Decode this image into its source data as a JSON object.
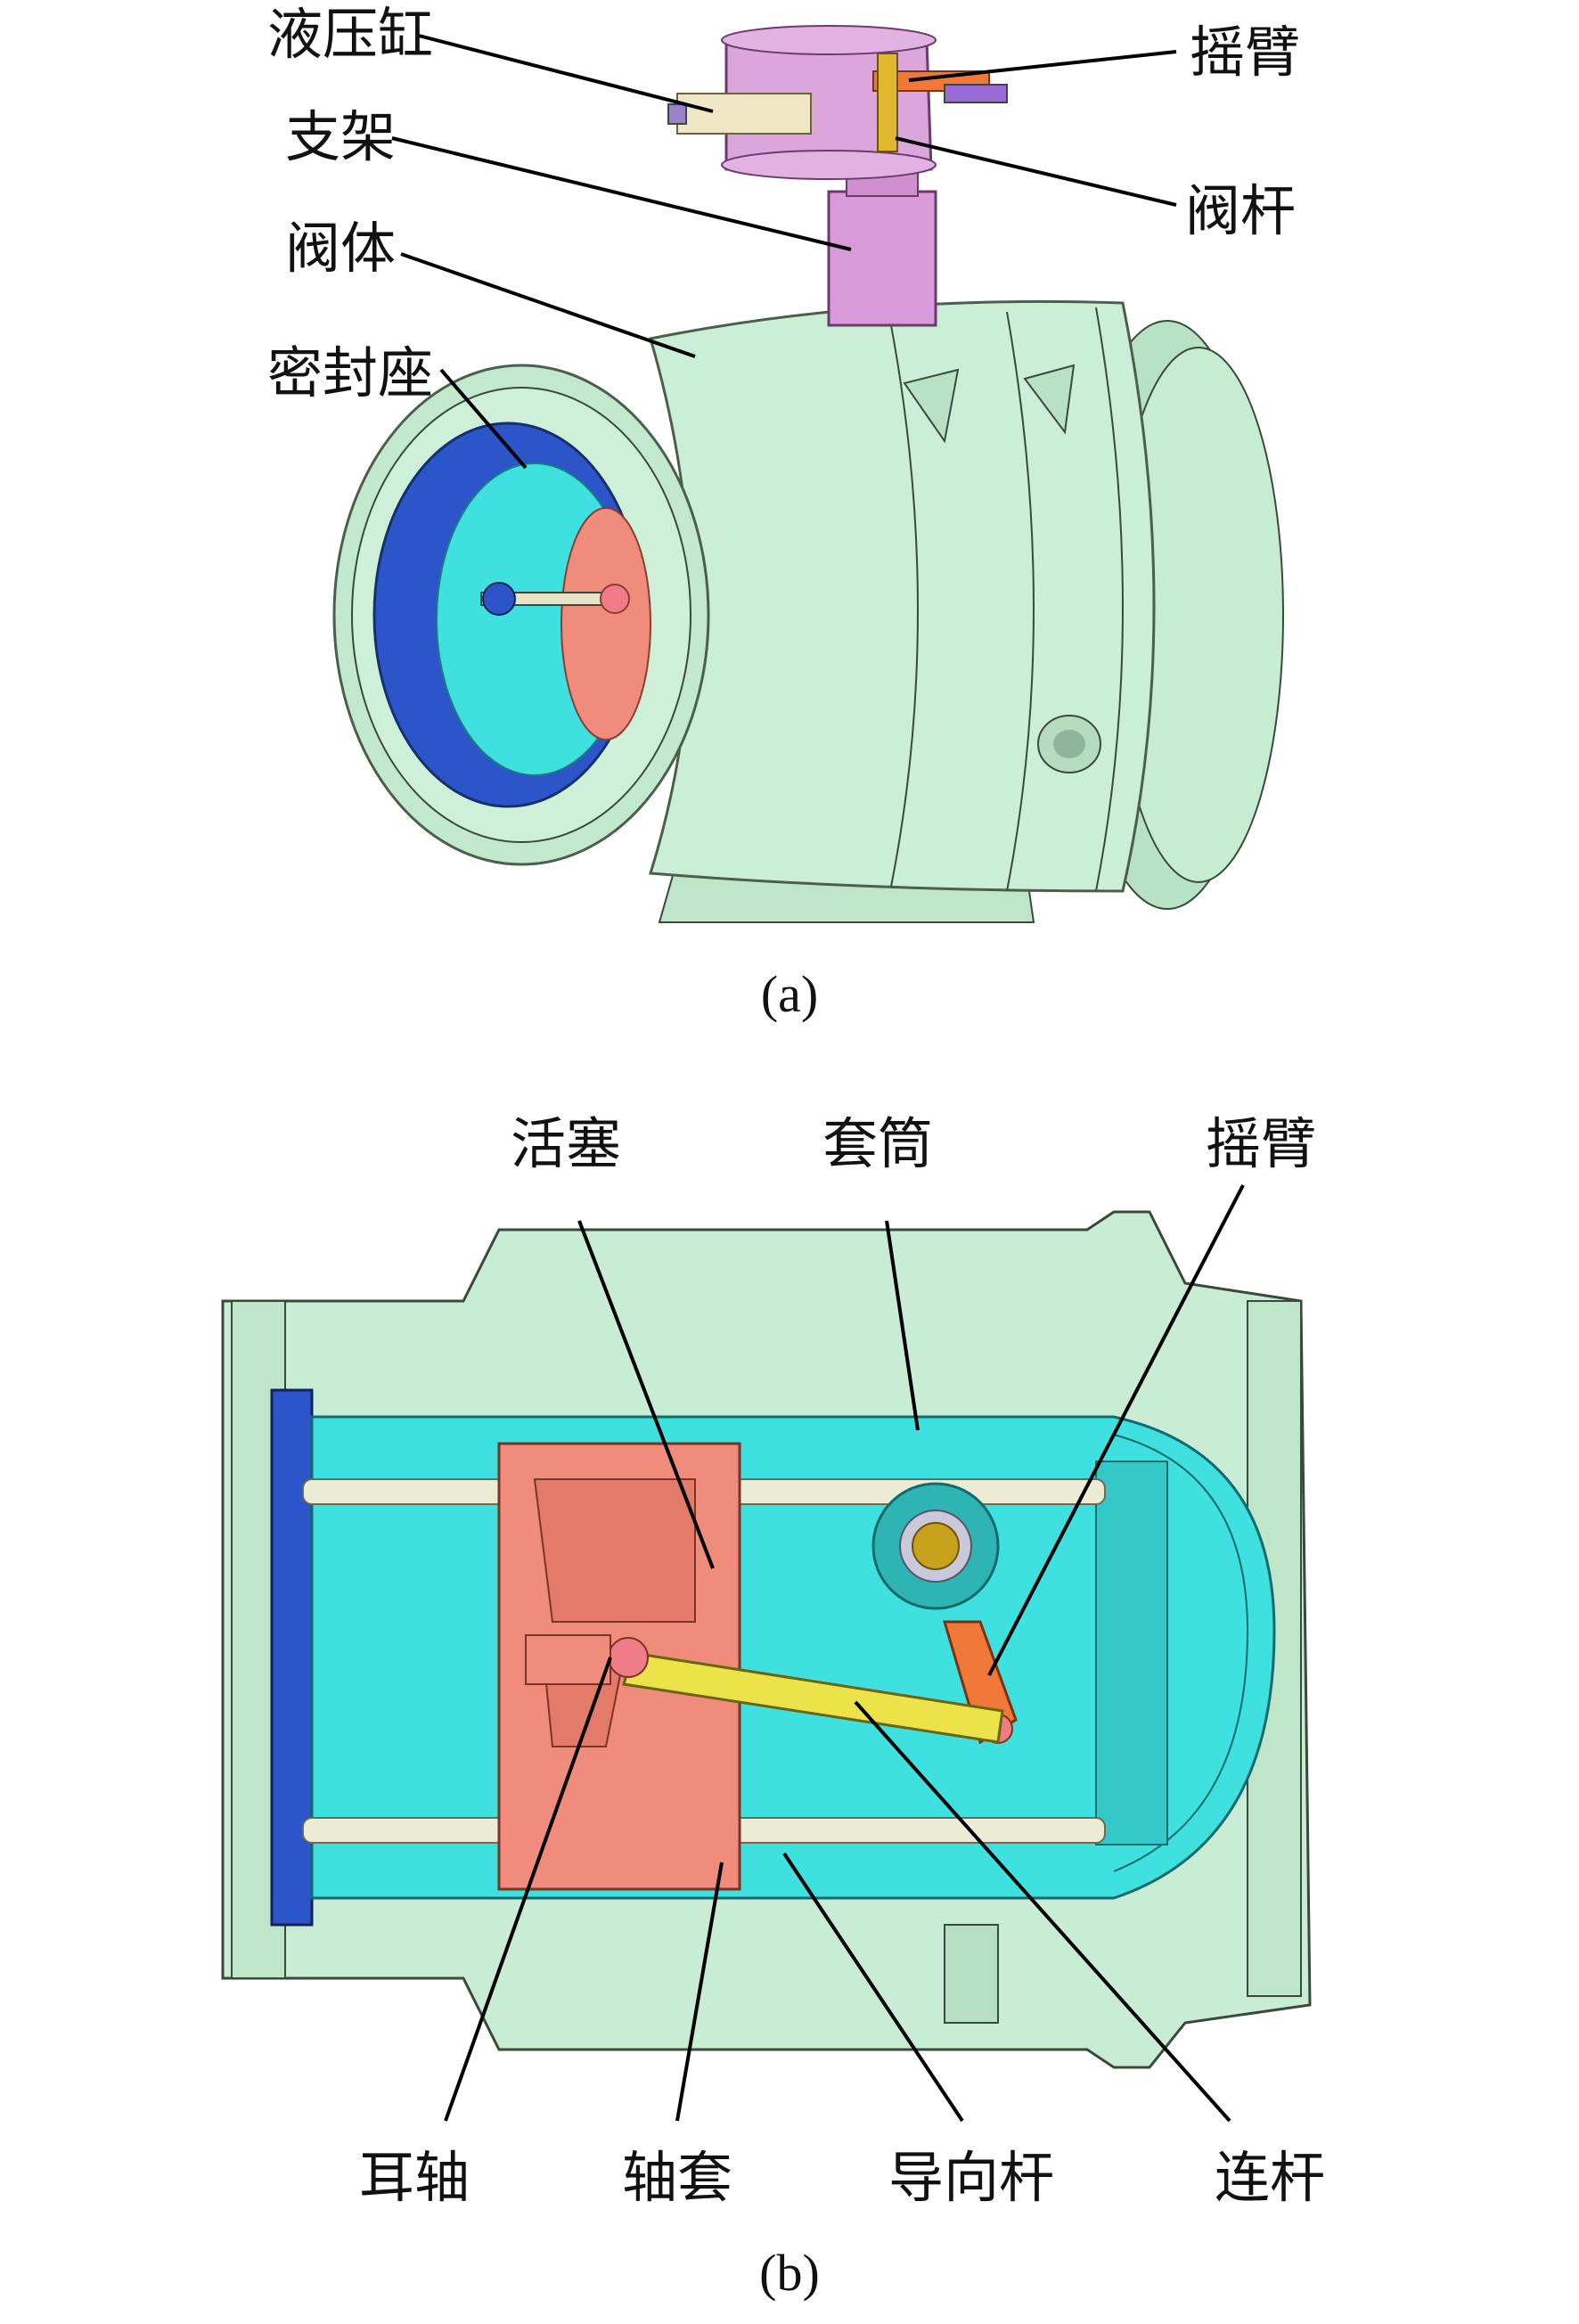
{
  "panel_a": {
    "caption": "(a)",
    "labels": {
      "hydraulic_cylinder": "液压缸",
      "rocker_arm": "摇臂",
      "bracket": "支架",
      "valve_stem": "阀杆",
      "valve_body": "阀体",
      "seal_seat": "密封座"
    }
  },
  "panel_b": {
    "caption": "(b)",
    "labels": {
      "piston": "活塞",
      "sleeve": "套筒",
      "rocker_arm": "摇臂",
      "trunnion": "耳轴",
      "bushing": "轴套",
      "guide_rod": "导向杆",
      "connecting_rod": "连杆"
    }
  },
  "colors": {
    "body_green": "#c8ecd4",
    "inner_cyan": "#3fe0e0",
    "seal_blue": "#2b55c8",
    "piston_salmon": "#f08c7c",
    "bracket_pink": "#d89ad8",
    "rod_yellow": "#ece24a",
    "rocker_orange": "#f07838"
  }
}
